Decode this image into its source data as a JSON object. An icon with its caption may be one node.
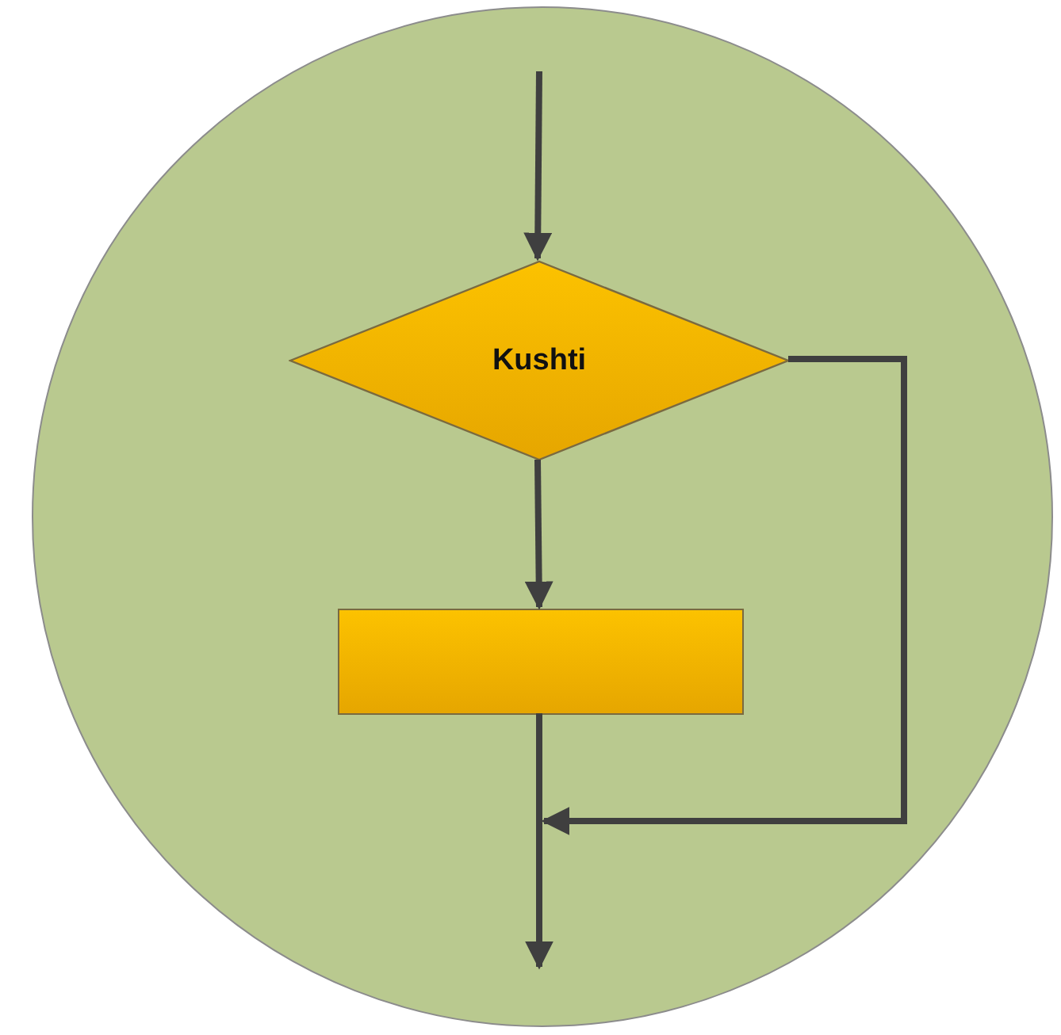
{
  "diagram": {
    "nodes": [
      {
        "text": [],
        "shape": "circle"
      },
      {
        "text": [
          "Kushti"
        ],
        "in": 0
      },
      {
        "text": [],
        "shape": "box",
        "in": 0
      }
    ],
    "edges": [
      {
        "from": null,
        "to": 1,
        "arrow": "to"
      },
      {
        "from": 1,
        "to": 2,
        "arrow": "to"
      },
      {
        "from": 2,
        "to": null,
        "arrow": "to"
      },
      {
        "from": 1,
        "to": null,
        "arrow": "to"
      }
    ]
  }
}
